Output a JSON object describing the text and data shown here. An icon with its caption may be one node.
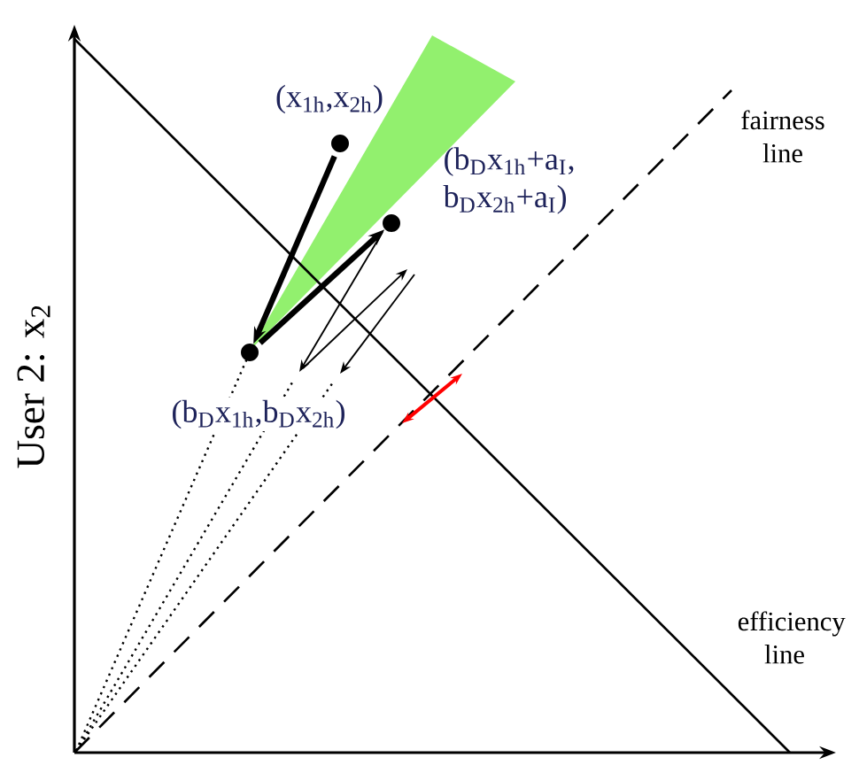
{
  "diagram": {
    "nodes": [
      {
        "text": [],
        "shape": "circle",
        "beside": [
          "(x$_{1h}$,x$_{2h}$)"
        ]
      },
      {
        "text": [],
        "shape": "circle",
        "beside": [
          "(b$_{D}$x$_{1h}$+a$_{I}$, b$_{D}$x$_{2h}$+a$_{I}$)"
        ]
      },
      {
        "text": [],
        "shape": "circle",
        "beside": [
          "(b$_{D}$x$_{1h}$,b$_{D}$x$_{2h}$)"
        ]
      }
    ],
    "edges": [
      {
        "from": 0,
        "to": 2,
        "arrow": "to"
      },
      {
        "from": 2,
        "to": 1,
        "arrow": "to"
      }
    ],
    "labels": [
      "fairness line",
      "User 2: x$_{2}$",
      "efficiency line"
    ]
  }
}
